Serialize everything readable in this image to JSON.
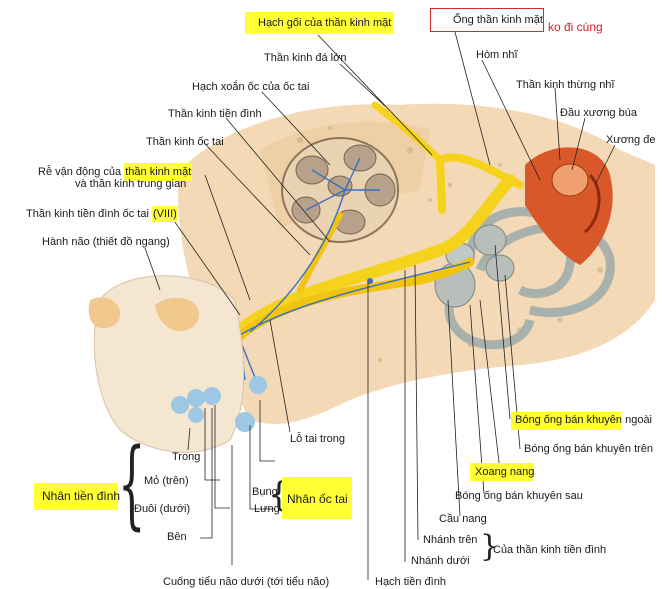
{
  "labels": {
    "hach_goi": "Hạch gối của thần kinh mặt",
    "ong_than_kinh_mat": "Ống thần kinh mặt",
    "ko_di_cung": "ko đi cùng",
    "than_kinh_da_lon": "Thần kinh đá lớn",
    "hom_nhi": "Hòm nhĩ",
    "hach_xoan_oc": "Hạch xoắn ốc của ốc tai",
    "than_kinh_thung_nhi": "Thần kinh thừng nhĩ",
    "than_kinh_tien_dinh": "Thần kinh tiền đình",
    "dau_xuong_bua": "Đầu xương búa",
    "than_kinh_oc_tai": "Thần kinh ốc tai",
    "xuong_de": "Xương đe",
    "re_van_dong_prefix": "Rễ vận động của ",
    "re_van_dong_hl": "thần kinh mặt",
    "re_van_dong_line2": "và thần kinh trung gian",
    "tk_tien_dinh_oc_tai_prefix": "Thần kinh tiền đình ốc tai ",
    "tk_tien_dinh_oc_tai_num": "(VIII)",
    "hanh_nao": "Hành não (thiết đồ ngang)",
    "lo_tai_trong": "Lỗ tai trong",
    "bong_ngoai": "Bóng ống bán khuyên ngoài",
    "bong_tren": "Bóng ống bán khuyên trên",
    "trong": "Trong",
    "xoang_nang": "Xoang nang",
    "mo_tren": "Mỏ (trên)",
    "bung": "Bụng",
    "nhan_oc_tai": "Nhân ốc tai",
    "bong_sau": "Bóng ống bán khuyên sau",
    "nhan_tien_dinh": "Nhân tiền đình",
    "duoi": "Đuôi (dưới)",
    "lung": "Lưng",
    "cau_nang": "Cầu nang",
    "nhanh_tren": "Nhánh trên",
    "ben": "Bên",
    "nhanh_duoi": "Nhánh dưới",
    "cua_tk_tien_dinh": "Của thần kinh tiền đình",
    "cuong_tieu_nao": "Cuống tiểu não dưới (tới tiểu não)",
    "hach_tien_dinh": "Hạch tiền đình"
  },
  "colors": {
    "highlight": "#ffff33",
    "nerve": "#f5d21c",
    "bone": "#f3d9b5",
    "canal": "#a9b1ad",
    "blue_nerve": "#3470c8",
    "tympanic": "#d9582a"
  }
}
